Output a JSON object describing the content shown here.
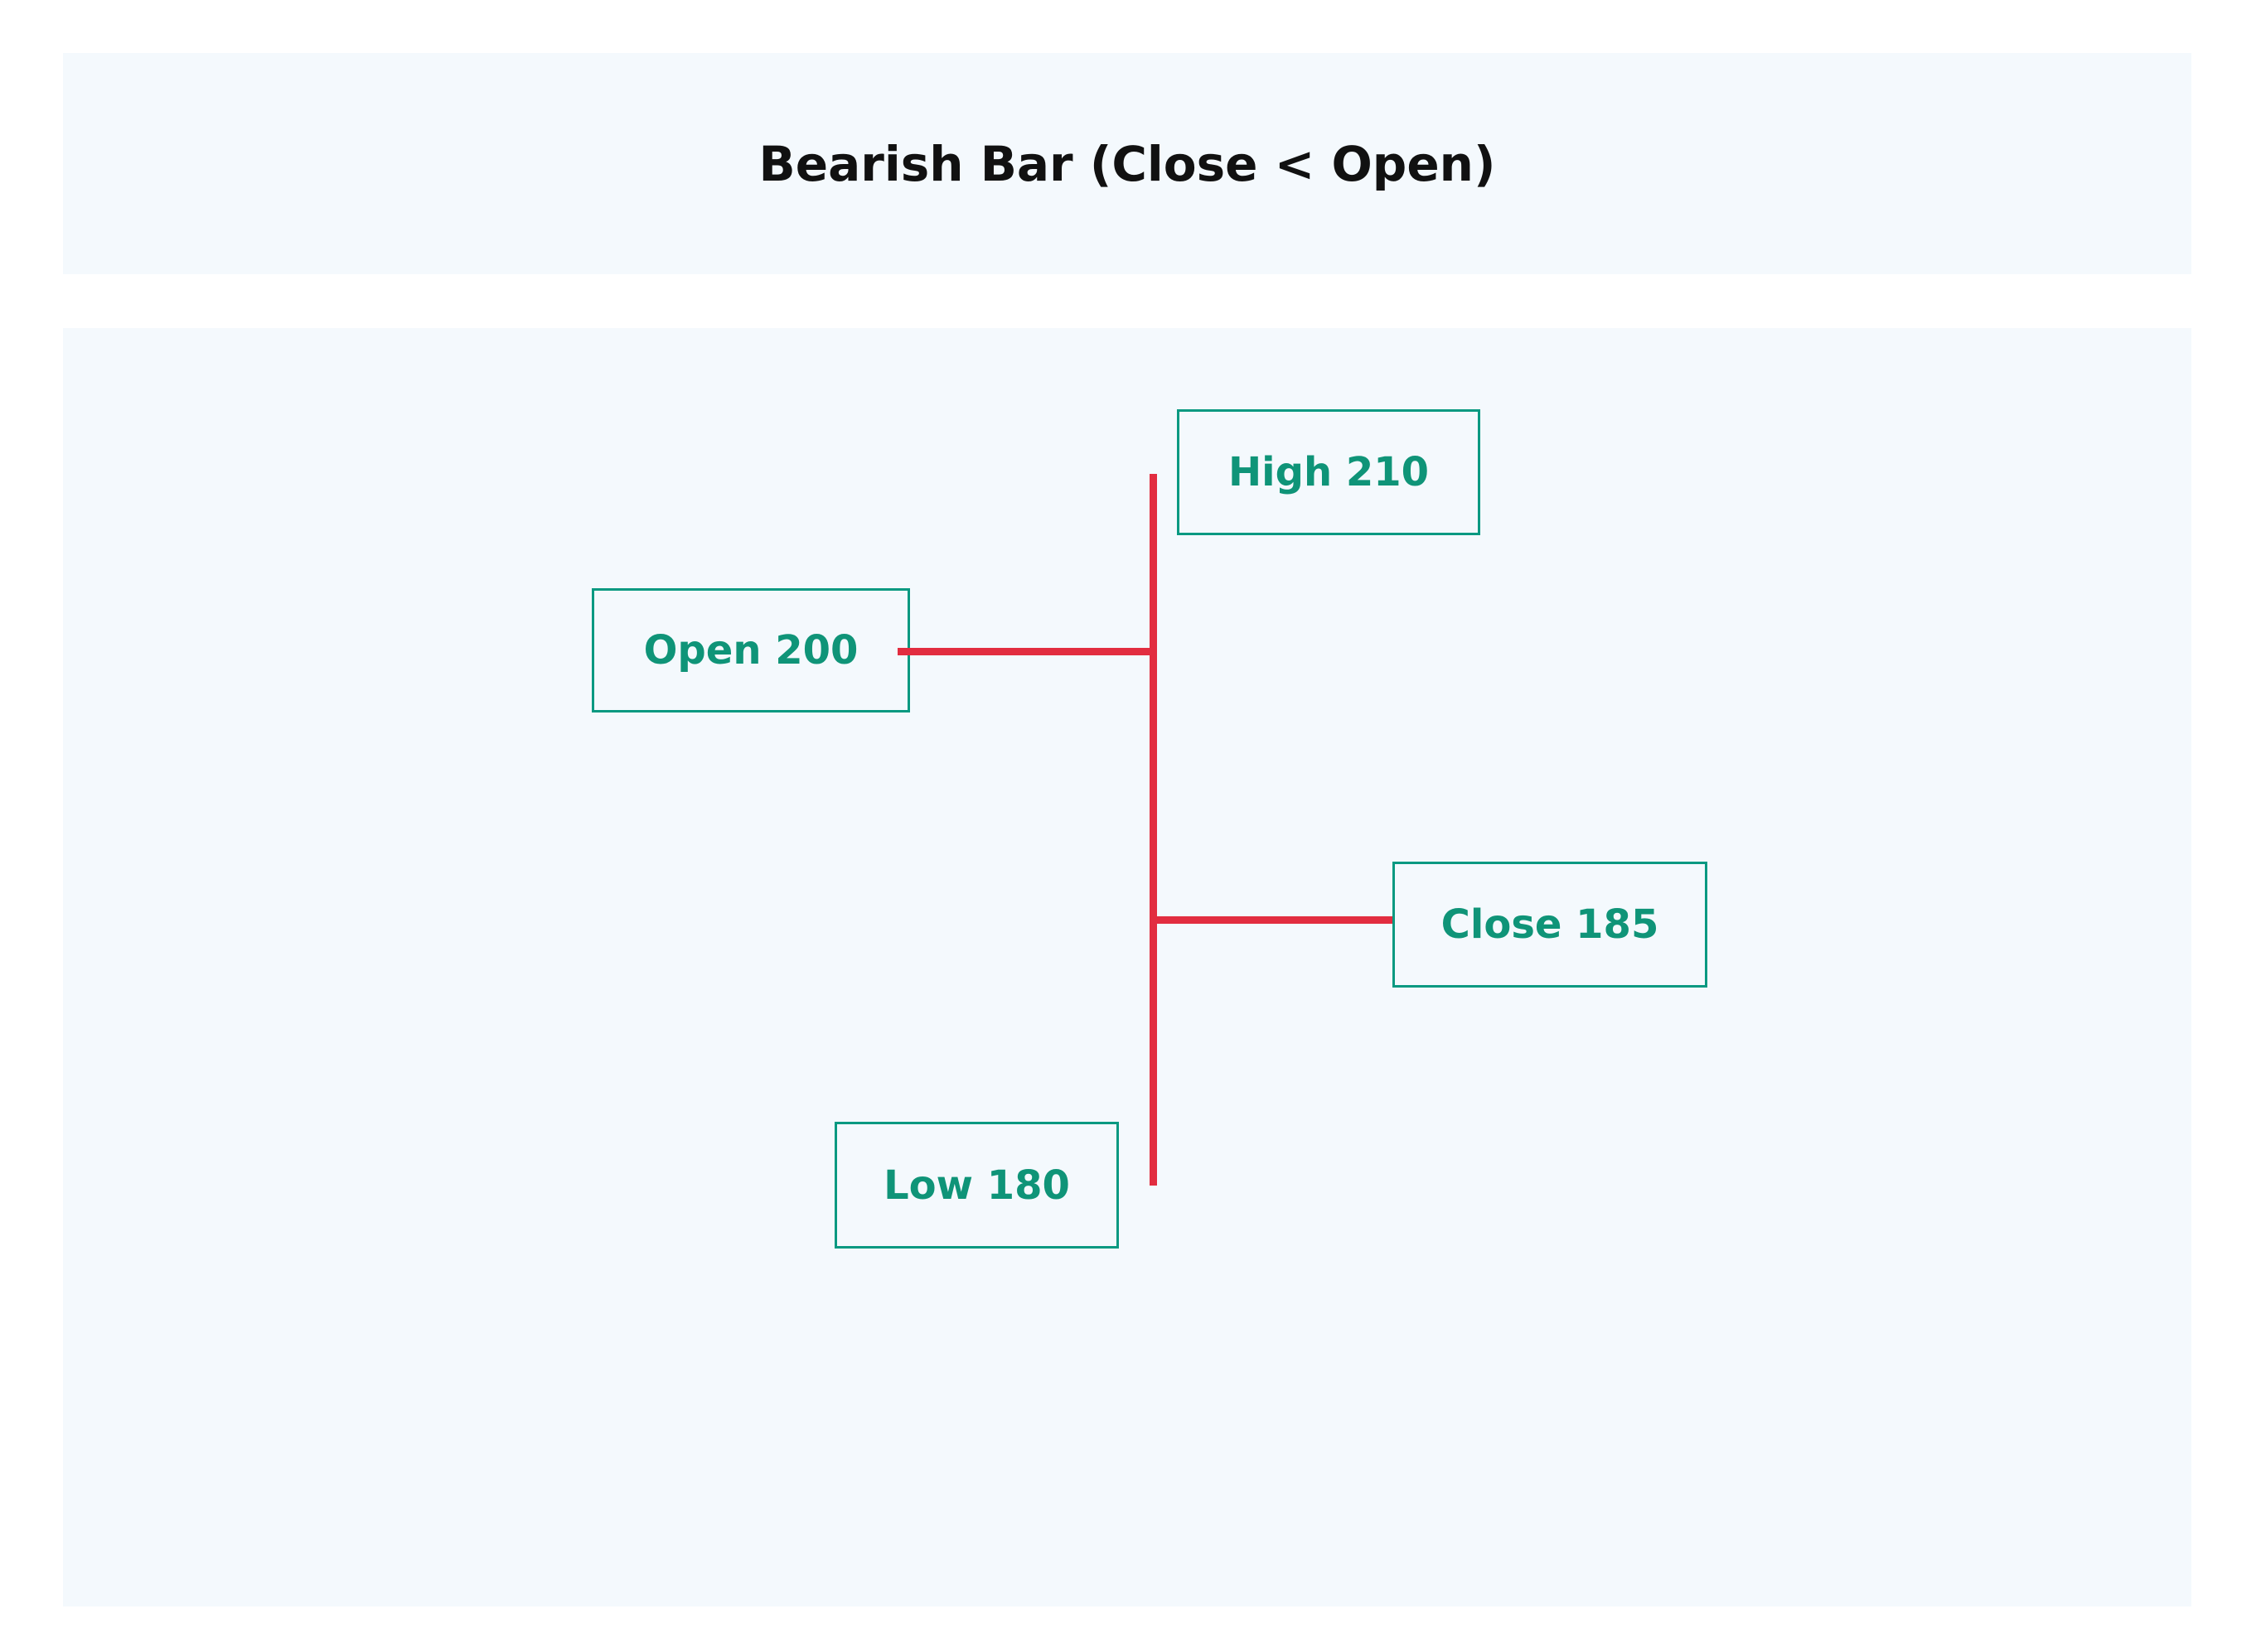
{
  "title": "Bearish Bar (Close < Open)",
  "labels": {
    "high": "High 210",
    "open": "Open 200",
    "close": "Close 185",
    "low": "Low 180"
  },
  "colors": {
    "page-bg": "#ffffff",
    "panel-bg": "#f4f9fd",
    "bar-red": "#e22d40",
    "label-border": "#089981",
    "label-text": "#0f9478",
    "title-color": "#111111"
  },
  "chart_data": {
    "type": "ohlc-bar",
    "title": "Bearish Bar (Close < Open)",
    "bar_direction": "bearish",
    "condition": "Close < Open",
    "values": {
      "open": 200,
      "high": 210,
      "low": 180,
      "close": 185
    },
    "annotations": [
      "High 210",
      "Open 200",
      "Close 185",
      "Low 180"
    ],
    "layout_hints": {
      "open_tick_side": "left",
      "close_tick_side": "right",
      "axes": "none",
      "grid": false
    }
  }
}
